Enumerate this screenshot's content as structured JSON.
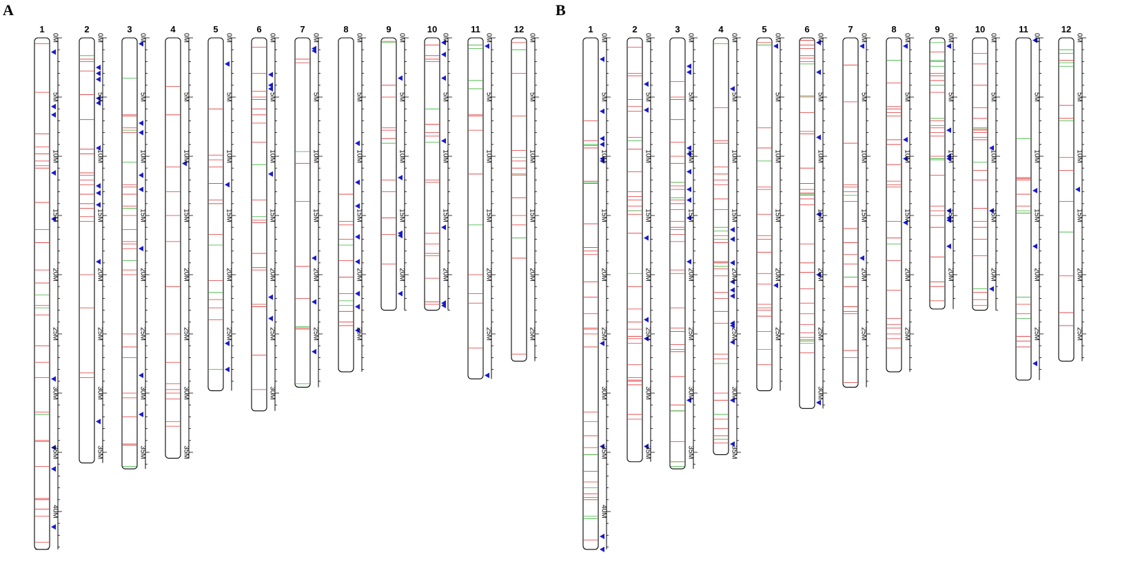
{
  "colors": {
    "outline": "#000000",
    "red_band": "#e03030",
    "green_band": "#30b030",
    "marker": "#1a1ad0"
  },
  "panels": [
    {
      "label": "A",
      "chromosomes": [
        {
          "name": "1",
          "length": 43.2,
          "red": [
            0.5,
            4.6,
            8.1,
            9.2,
            9.8,
            10.4,
            10.8,
            11.0,
            13.9,
            16.2,
            17.3,
            19.6,
            20.7,
            22.6,
            23.4,
            26.0,
            27.4,
            28.7,
            31.6,
            34.0,
            36.2,
            38.9,
            39.0,
            39.8,
            40.4,
            42.6
          ],
          "green": [
            21.7,
            22.8,
            31.8,
            34.1,
            43.2
          ],
          "markers": [
            1.2,
            5.8,
            6.5,
            11.4,
            15.3,
            28.8,
            34.6,
            36.4,
            41.3
          ]
        },
        {
          "name": "2",
          "length": 35.9,
          "red": [
            1.8,
            2.0,
            2.8,
            4.8,
            6.9,
            9.4,
            9.8,
            11.4,
            11.6,
            12.0,
            12.4,
            13.2,
            14.0,
            14.4,
            15.1,
            15.5,
            20.0,
            22.8,
            28.3,
            28.7
          ],
          "green": [
            1.5
          ],
          "markers": [
            2.5,
            3.0,
            3.5,
            5.1,
            5.5,
            9.3,
            12.5,
            13.1,
            14.1,
            18.9,
            32.4
          ]
        },
        {
          "name": "3",
          "length": 36.4,
          "red": [
            6.5,
            6.6,
            7.6,
            8.0,
            12.4,
            12.6,
            13.2,
            14.2,
            15.0,
            16.2,
            17.2,
            17.4,
            17.8,
            19.6,
            20.0,
            25.0,
            26.1,
            27.0,
            30.0,
            30.4,
            32.0,
            34.3,
            34.4
          ],
          "green": [
            3.4,
            7.8,
            10.5,
            14.4,
            18.8,
            36.2
          ],
          "markers": [
            0.5,
            7.2,
            8.0,
            11.6,
            12.8,
            17.8,
            28.5,
            31.8
          ]
        },
        {
          "name": "4",
          "length": 35.5,
          "red": [
            4.1,
            6.5,
            10.9,
            13.0,
            15.0,
            17.2,
            21.0,
            25.0,
            27.4,
            29.2,
            29.7,
            30.0,
            30.5,
            32.4,
            32.8
          ],
          "green": [],
          "markers": [
            10.6
          ]
        },
        {
          "name": "5",
          "length": 29.8,
          "red": [
            6.0,
            9.9,
            10.3,
            10.9,
            12.3,
            13.7,
            14.0,
            16.6,
            20.5,
            22.1,
            22.8,
            23.8
          ],
          "green": [
            17.5,
            21.5,
            28.0
          ],
          "markers": [
            2.2,
            12.4,
            25.8,
            28.0
          ]
        },
        {
          "name": "6",
          "length": 31.5,
          "red": [
            0.8,
            3.0,
            4.5,
            5.0,
            5.2,
            6.0,
            6.5,
            7.2,
            8.8,
            13.7,
            15.4,
            15.6,
            18.2,
            19.4,
            19.6,
            22.5,
            22.7,
            26.8,
            29.7
          ],
          "green": [
            10.7,
            15.1
          ],
          "markers": [
            3.1,
            4.0,
            4.3,
            11.5,
            21.9,
            23.7
          ]
        },
        {
          "name": "7",
          "length": 29.5,
          "red": [
            1.8,
            2.1,
            10.6,
            13.8,
            19.3,
            22.0,
            24.5,
            24.6
          ],
          "green": [
            9.6,
            24.4,
            29.2
          ],
          "markers": [
            0.9,
            1.1,
            18.6,
            22.3,
            26.5
          ]
        },
        {
          "name": "8",
          "length": 28.2,
          "red": [
            13.2,
            15.5,
            15.8,
            17.0,
            18.8,
            20.2,
            21.6,
            23.1,
            24.0,
            24.3
          ],
          "green": [
            17.5,
            22.2,
            22.6
          ],
          "markers": [
            8.9,
            12.2,
            14.2,
            16.8,
            18.9,
            21.6,
            22.7,
            24.7
          ]
        },
        {
          "name": "9",
          "length": 23.0,
          "red": [
            0.3,
            4.0,
            5.0,
            7.6,
            7.8,
            8.5,
            12.0,
            13.0,
            15.2,
            16.6,
            19.1
          ],
          "green": [
            0.4,
            8.9
          ],
          "markers": [
            3.4,
            11.8,
            16.5,
            16.7,
            21.6
          ]
        },
        {
          "name": "10",
          "length": 23.0,
          "red": [
            0.6,
            1.5,
            1.8,
            2.0,
            7.3,
            8.0,
            8.3,
            12.0,
            12.2,
            16.5,
            17.4,
            18.2,
            18.4,
            20.3,
            22.3,
            22.5
          ],
          "green": [
            6.0,
            8.8
          ],
          "markers": [
            0.4,
            1.4,
            3.4,
            8.7,
            16.0,
            22.4,
            22.6
          ]
        },
        {
          "name": "11",
          "length": 28.8,
          "red": [
            6.5,
            6.6,
            7.8,
            11.5,
            20.0,
            21.6,
            22.4,
            26.2
          ],
          "green": [
            0.6,
            0.9,
            3.6,
            4.3,
            15.8
          ],
          "markers": [
            0.7,
            28.5
          ]
        },
        {
          "name": "12",
          "length": 27.3,
          "red": [
            0.4,
            3.0,
            6.6,
            9.5,
            10.4,
            11.0,
            11.5,
            13.5,
            15.0,
            15.8,
            18.6,
            26.7
          ],
          "green": [
            1.0,
            10.1,
            11.6,
            16.9
          ],
          "markers": []
        }
      ]
    },
    {
      "label": "B",
      "chromosomes": [
        {
          "name": "1",
          "length": 43.2,
          "red": [
            7.0,
            8.7,
            9.1,
            9.3,
            12.1,
            12.3,
            15.7,
            17.7,
            18.0,
            18.3,
            20.6,
            21.9,
            23.3,
            24.5,
            24.6,
            25.0,
            26.1,
            31.6,
            32.4,
            33.6,
            34.6,
            35.2,
            36.6,
            37.5,
            38.5,
            38.8,
            39.0,
            42.4
          ],
          "green": [
            9.0,
            12.2,
            35.2,
            36.6,
            38.0,
            40.4,
            40.6
          ],
          "markers": [
            1.8,
            6.2,
            8.5,
            9.0,
            10.2,
            10.4,
            25.8,
            34.5,
            42.1,
            43.2
          ]
        },
        {
          "name": "2",
          "length": 35.8,
          "red": [
            0.8,
            3.0,
            3.2,
            5.2,
            5.8,
            6.2,
            8.4,
            9.4,
            11.3,
            13.0,
            13.4,
            13.7,
            14.2,
            14.6,
            14.9,
            16.5,
            21.0,
            22.9,
            24.0,
            24.6,
            25.2,
            25.4,
            25.8,
            27.6,
            28.7,
            28.9,
            29.0,
            29.3,
            31.8,
            32.2
          ],
          "green": [
            8.7,
            14.6,
            19.9
          ],
          "markers": [
            3.9,
            6.1,
            16.9,
            23.8,
            25.4,
            34.5
          ]
        },
        {
          "name": "3",
          "length": 36.4,
          "red": [
            3.7,
            5.0,
            5.2,
            6.9,
            8.8,
            10.0,
            10.6,
            12.2,
            12.5,
            12.8,
            13.7,
            14.0,
            14.5,
            15.5,
            16.0,
            16.2,
            16.6,
            17.2,
            19.6,
            19.9,
            22.8,
            24.5,
            24.8,
            25.9,
            26.3,
            26.5,
            28.6,
            31.0,
            31.5,
            34.1,
            35.8
          ],
          "green": [
            12.2,
            13.5,
            31.5,
            35.8,
            36.2
          ],
          "markers": [
            2.4,
            2.9,
            9.3,
            9.8,
            11.3,
            12.8,
            13.7,
            15.2,
            18.9,
            30.6
          ]
        },
        {
          "name": "4",
          "length": 35.2,
          "red": [
            5.9,
            8.7,
            8.9,
            10.9,
            11.5,
            12.0,
            12.4,
            13.6,
            14.5,
            16.7,
            17.3,
            18.9,
            19.0,
            19.5,
            20.1,
            21.5,
            22.0,
            23.1,
            24.1,
            26.7,
            27.1,
            30.0,
            30.6,
            32.2,
            33.0,
            33.6,
            34.2
          ],
          "green": [
            0.5,
            16.0,
            16.3,
            17.0,
            19.3,
            27.5,
            31.8,
            33.9
          ],
          "markers": [
            4.3,
            16.2,
            17.0,
            19.0,
            20.6,
            21.3,
            21.8,
            24.1,
            24.3,
            25.7,
            30.6,
            34.3
          ]
        },
        {
          "name": "5",
          "length": 29.8,
          "red": [
            0.4,
            7.6,
            9.3,
            12.6,
            12.8,
            14.9,
            16.7,
            17.0,
            18.1,
            19.9,
            20.8,
            22.5,
            22.8,
            23.0,
            23.5,
            27.6
          ],
          "green": [
            0.6,
            10.4,
            24.8,
            26.3
          ],
          "markers": [
            0.7,
            20.9
          ]
        },
        {
          "name": "6",
          "length": 31.3,
          "red": [
            0.2,
            0.6,
            0.9,
            1.5,
            1.7,
            2.0,
            4.9,
            6.3,
            7.9,
            8.1,
            11.0,
            12.3,
            12.8,
            13.1,
            13.3,
            13.6,
            14.1,
            17.4,
            19.0,
            19.8,
            21.2,
            22.4,
            23.3,
            24.2,
            24.9,
            25.3,
            25.5,
            26.6
          ],
          "green": [
            2.2,
            5.0,
            13.2,
            25.6,
            25.8
          ],
          "markers": [
            0.4,
            2.9,
            8.4,
            14.9,
            20.0,
            30.8
          ]
        },
        {
          "name": "7",
          "length": 29.5,
          "red": [
            2.3,
            5.4,
            8.9,
            12.4,
            12.6,
            13.0,
            13.8,
            16.1,
            17.3,
            18.3,
            19.1,
            21.0,
            22.7,
            23.1,
            23.3,
            26.4,
            27.0,
            29.1
          ],
          "green": [
            13.3,
            20.2
          ],
          "markers": [
            0.7,
            18.6
          ]
        },
        {
          "name": "8",
          "length": 28.2,
          "red": [
            3.8,
            5.8,
            6.0,
            6.3,
            6.6,
            8.6,
            9.0,
            10.7,
            12.1,
            12.4,
            12.6,
            15.5,
            16.9,
            18.8,
            21.3,
            23.7,
            24.2,
            24.5,
            25.0,
            25.4,
            26.2
          ],
          "green": [
            1.9,
            17.4
          ],
          "markers": [
            0.7,
            8.6,
            10.2,
            15.6
          ]
        },
        {
          "name": "9",
          "length": 22.9,
          "red": [
            1.2,
            2.0,
            3.0,
            3.2,
            3.6,
            4.6,
            7.0,
            7.4,
            7.6,
            8.0,
            8.3,
            10.0,
            11.6,
            14.2,
            14.6,
            15.0,
            16.0,
            18.5,
            20.6,
            21.0,
            22.2
          ],
          "green": [
            0.4,
            1.9,
            2.4,
            4.0,
            6.8,
            10.2,
            10.3
          ],
          "markers": [
            0.7,
            7.8,
            10.0,
            10.2,
            14.6,
            15.2,
            15.4,
            17.6
          ]
        },
        {
          "name": "10",
          "length": 23.0,
          "red": [
            1.3,
            2.2,
            4.0,
            5.9,
            6.8,
            7.6,
            7.8,
            8.0,
            8.4,
            8.6,
            11.2,
            12.0,
            14.4,
            15.5,
            16.0,
            17.0,
            18.4,
            21.5,
            22.1,
            22.6
          ],
          "green": [
            7.7,
            10.5,
            21.2
          ],
          "markers": [
            9.3,
            14.6,
            21.2
          ]
        },
        {
          "name": "11",
          "length": 28.9,
          "red": [
            11.8,
            11.9,
            12.0,
            13.2,
            14.2,
            14.8,
            22.5,
            23.3,
            25.2,
            25.6,
            26.1
          ],
          "green": [
            8.5,
            14.6,
            14.8,
            21.9,
            23.7
          ],
          "markers": [
            0.2,
            12.9,
            17.6,
            27.5
          ]
        },
        {
          "name": "12",
          "length": 27.3,
          "red": [
            1.9,
            5.7,
            6.8,
            10.1,
            11.2,
            13.8,
            20.1,
            23.2,
            24.3
          ],
          "green": [
            1.0,
            1.3,
            2.1,
            2.4,
            7.0,
            16.4
          ],
          "markers": [
            12.8
          ]
        }
      ]
    }
  ]
}
